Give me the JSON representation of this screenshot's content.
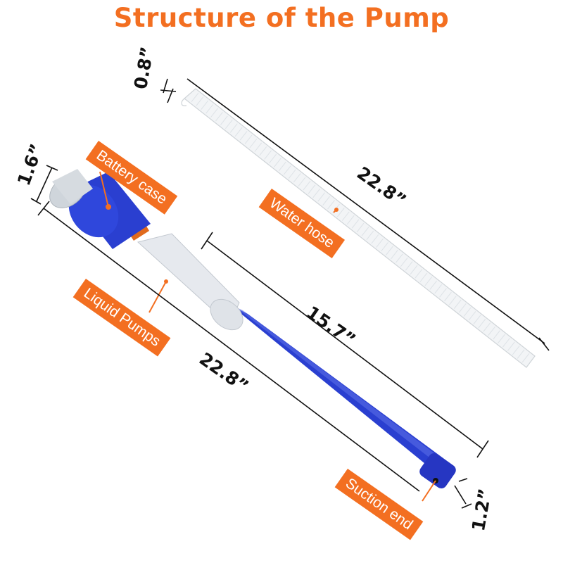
{
  "title": "Structure of the Pump",
  "colors": {
    "accent": "#f36f21",
    "pump_blue": "#2a3fd0",
    "pump_gray": "#d8dde3",
    "hose": "#eef1f3"
  },
  "labels": {
    "battery_case": "Battery case",
    "water_hose": "Water hose",
    "liquid_pumps": "Liquid Pumps",
    "suction_end": "Suction end"
  },
  "dimensions": {
    "hose_diameter": "0.8”",
    "hose_length": "22.8”",
    "handle_diameter": "1.6”",
    "tube_length": "15.7”",
    "total_length": "22.8”",
    "tip_diameter": "1.2”"
  }
}
